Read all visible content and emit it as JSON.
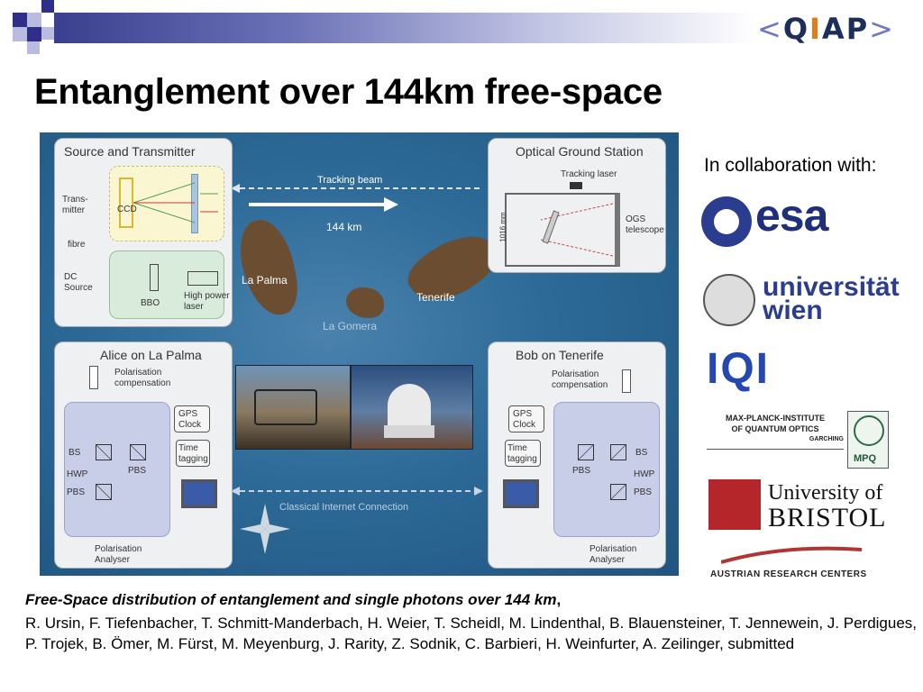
{
  "header": {
    "logo_text": {
      "open": "<",
      "q": "Q",
      "i": "I",
      "a": "A",
      "p": "P",
      "close": ">"
    }
  },
  "title": "Entanglement over 144km free-space",
  "figure": {
    "source_transmitter": "Source and Transmitter",
    "transmitter": "Trans-\nmitter",
    "ccd": "CCD",
    "fibre": "fibre",
    "dc_source": "DC\nSource",
    "bbo": "BBO",
    "high_power_laser": "High power\nlaser",
    "tracking_beam": "Tracking beam",
    "distance": "144 km",
    "la_palma": "La Palma",
    "tenerife": "Tenerife",
    "la_gomera": "La Gomera",
    "ogs": "Optical Ground Station",
    "tracking_laser": "Tracking laser",
    "ogs_telescope": "OGS\ntelescope",
    "mirror_size": "1016 mm",
    "alice": "Alice on La Palma",
    "bob": "Bob on Tenerife",
    "pol_comp": "Polarisation\ncompensation",
    "gps_clock": "GPS\nClock",
    "time_tagging": "Time\ntagging",
    "bs": "BS",
    "hwp": "HWP",
    "pbs": "PBS",
    "pol_analyser": "Polarisation\nAnalyser",
    "classical_connection": "Classical Internet Connection"
  },
  "collaboration": {
    "heading": "In collaboration with:",
    "esa": "esa",
    "univie_1": "universität",
    "univie_2": "wien",
    "iqi": "IQI",
    "mpq_1": "MAX-PLANCK-INSTITUTE",
    "mpq_2": "OF QUANTUM OPTICS",
    "mpq_3": "GARCHING",
    "mpq_badge": "MPQ",
    "bristol_1": "University of",
    "bristol_2": "BRISTOL",
    "arc": "AUSTRIAN RESEARCH CENTERS"
  },
  "caption": {
    "title": "Free-Space distribution of entanglement and single photons over 144 km",
    "comma": ",",
    "authors": "R. Ursin, F. Tiefenbacher, T. Schmitt-Manderbach, H. Weier, T. Scheidl, M. Lindenthal, B. Blauensteiner, T. Jennewein, J. Perdigues, P. Trojek, B. Ömer, M. Fürst, M. Meyenburg, J. Rarity, Z. Sodnik, C. Barbieri, H. Weinfurter, A. Zeilinger, submitted"
  },
  "colors": {
    "header_dark": "#2f2f8a",
    "header_light": "#b9bce0",
    "sea": "#2d6a98",
    "esa_blue": "#1f2f7a",
    "qiap_orange": "#e07a1a"
  }
}
